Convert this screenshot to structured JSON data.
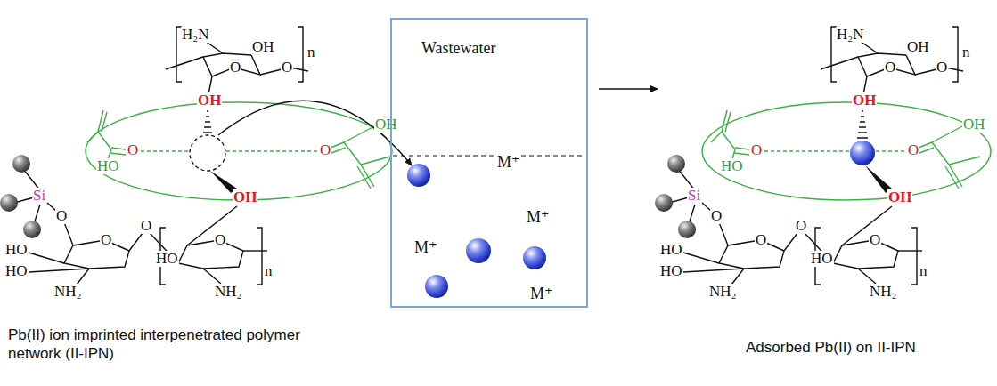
{
  "diagram": {
    "nodes": [
      {
        "text": [
          "Wastewater",
          "M⁺",
          "M⁺",
          "M⁺",
          "M⁺"
        ]
      }
    ],
    "labels": [
      "H₂N",
      "OH",
      "O",
      "O",
      "n",
      "OH",
      "O",
      "O",
      "OH",
      "HO",
      "OH",
      "Si",
      "O",
      "HO",
      "HO",
      "O",
      "NH₂",
      "O",
      "HO",
      "O",
      "NH₂",
      "n",
      "H₂N",
      "OH",
      "O",
      "O",
      "n",
      "OH",
      "O",
      "O",
      "OH",
      "HO",
      "OH",
      "Si",
      "O",
      "HO",
      "HO",
      "O",
      "NH₂",
      "O",
      "HO",
      "O",
      "NH₂",
      "n",
      "Pb(II) ion imprinted interpenetrated polymer network (II-IPN)",
      "Adsorbed Pb(II) on II-IPN"
    ]
  }
}
